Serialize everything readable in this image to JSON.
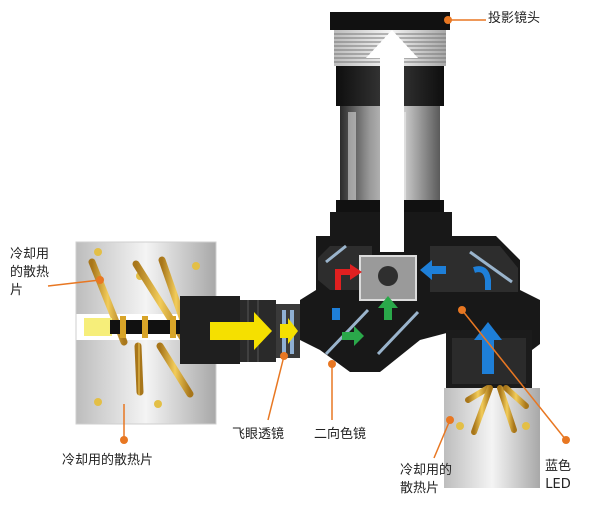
{
  "labels": {
    "projection_lens": "投影镜头",
    "heatsink_left": "冷却用的散热片",
    "heatsink_bottom": "冷却用的散热片",
    "fly_eye_lens": "飞眼透镜",
    "dichroic_mirror": "二向色镜",
    "heatsink_right": "冷却用的散热片",
    "blue_led": "蓝色LED"
  },
  "colors": {
    "accent": "#e87722",
    "arrow_red": "#e02020",
    "arrow_green": "#2aa84a",
    "arrow_blue": "#1e7fd8",
    "arrow_yellow": "#f5e000",
    "body_dark": "#1c1c1c",
    "heatsink_gray": "#d8d8d8",
    "heatpipe_gold": "#d8a428"
  }
}
